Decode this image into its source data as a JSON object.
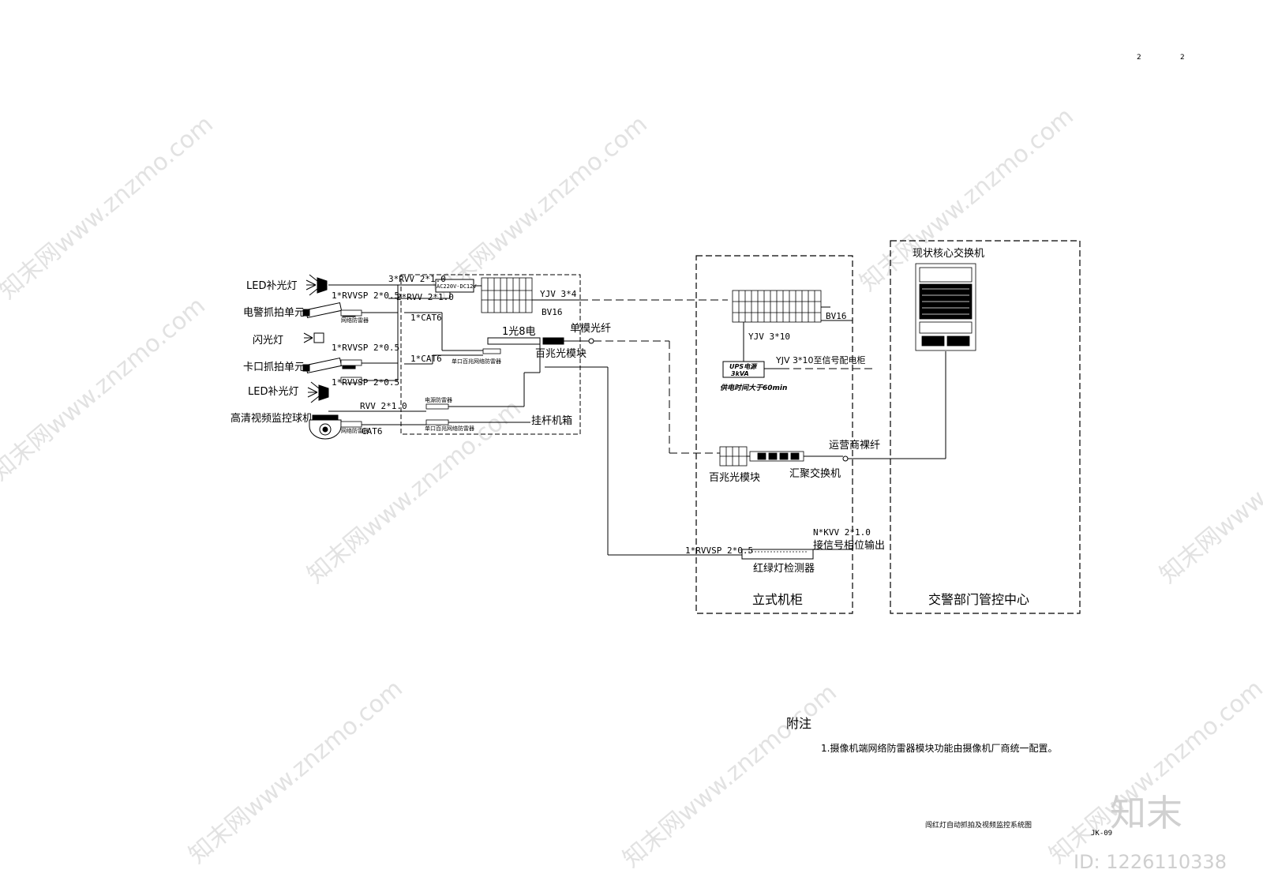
{
  "page_numbers": [
    "2",
    "2"
  ],
  "devices": {
    "led_fill_light_1": "LED补光灯",
    "police_capture_unit": "电警抓拍单元",
    "flash_light": "闪光灯",
    "checkpoint_capture_unit": "卡口抓拍单元",
    "led_fill_light_2": "LED补光灯",
    "hd_dome_camera": "高清视频监控球机"
  },
  "cables": {
    "rvvsp_1": "1*RVVSP 2*0.5",
    "rvvsp_2": "1*RVVSP 2*0.5",
    "rvvsp_3": "1*RVVSP 2*0.5",
    "rvv_3": "3*RVV 2*1.0",
    "rvv_2": "2*RVV 2*1.0",
    "cat6_1": "1*CAT6",
    "cat6_2": "1*CAT6",
    "rvv_1": "RVV 2*1.0",
    "cat6_dome": "CAT6",
    "yjv_3x4": "YJV 3*4",
    "bv16_pole": "BV16",
    "single_mode_fiber": "单模光纤",
    "yjv_3x10": "YJV 3*10",
    "bv16_cabinet": "BV16",
    "yjv_to_signal": "YJV 3*10至信号配电柜",
    "carrier_fiber": "运营商裸纤",
    "rvvsp_detector": "1*RVVSP 2*0.5",
    "kvv": "N*KVV 2*1.0",
    "signal_phase_output": "接信号相位输出"
  },
  "pole_box": {
    "label": "挂杆机箱",
    "converter": "AC220V-DC12V",
    "switch_1g8e": "1光8电",
    "fiber_module": "百兆光模块",
    "surge_small_1": "网络防雷器",
    "surge_small_2": "网络防雷器",
    "surge_small_3": "单口百兆网络防雷器",
    "surge_small_4": "电源防雷器",
    "surge_small_5": "单口百兆网络防雷器",
    "surge_small_6": "网络防雷器"
  },
  "cabinet": {
    "label": "立式机柜",
    "ups_name": "UPS电源",
    "ups_capacity": "3kVA",
    "ups_note": "供电时间大于60min",
    "fiber_module": "百兆光模块",
    "aggregation_switch": "汇聚交换机",
    "detector": "红绿灯检测器"
  },
  "control_center": {
    "label": "交警部门管控中心",
    "core_switch": "现状核心交换机"
  },
  "notes": {
    "heading": "附注",
    "item_1": "1.摄像机端网络防雷器模块功能由摄像机厂商统一配置。"
  },
  "title_block": {
    "drawing_title": "闯红灯自动抓拍及视频监控系统图",
    "drawing_number": "JK-09"
  },
  "watermark": {
    "text": "知末网www.znzmo.com",
    "logo": "知末",
    "id_label": "ID: 1226110338"
  }
}
